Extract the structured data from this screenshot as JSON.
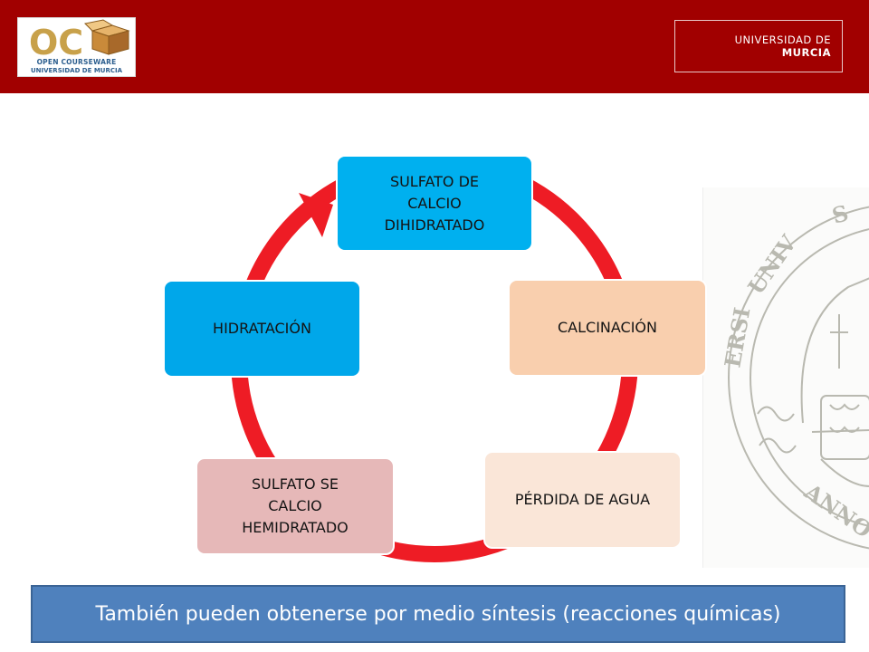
{
  "header": {
    "left_logo": {
      "line1": "OPEN COURSEWARE",
      "line2": "UNIVERSIDAD DE MURCIA",
      "mark": "OC"
    },
    "right_logo": {
      "line1": "UNIVERSIDAD DE",
      "line2": "MURCIA"
    },
    "background_color": "#a10000"
  },
  "diagram": {
    "type": "cycle",
    "arrow_color": "#ee1c25",
    "nodes": [
      {
        "lines": [
          "SULFATO DE",
          "CALCIO",
          "DIHIDRATADO"
        ],
        "color": "#00b0ef"
      },
      {
        "lines": [
          "CALCINACIÓN"
        ],
        "color": "#f9cfae"
      },
      {
        "lines": [
          "PÉRDIDA DE AGUA"
        ],
        "color": "#fae6d8"
      },
      {
        "lines": [
          "SULFATO SE",
          "CALCIO",
          "HEMIDRATADO"
        ],
        "color": "#e6b8b8"
      },
      {
        "lines": [
          "HIDRATACIÓN"
        ],
        "color": "#00a7ea"
      }
    ]
  },
  "seal": {
    "text_visible": "UNIVERSITAS ... ANNO",
    "icon": "university-seal-watermark"
  },
  "footer": {
    "text": "También pueden obtenerse por medio síntesis  (reacciones químicas)",
    "background_color": "#4f81bd"
  }
}
